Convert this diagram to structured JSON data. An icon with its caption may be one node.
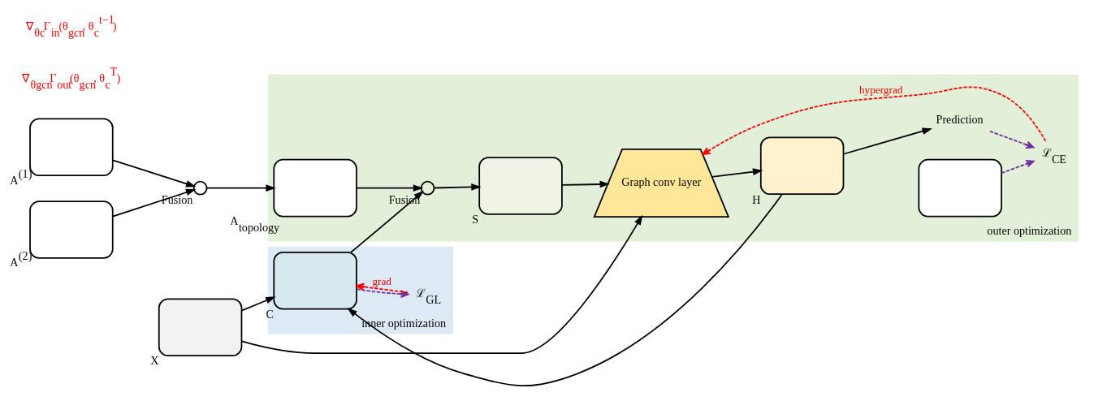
{
  "diagram": {
    "nodes": [
      {
        "text": [],
        "shape": "box",
        "beside": [
          "A$^{(1)}$"
        ]
      },
      {
        "text": [],
        "shape": "box",
        "beside": [
          "A$^{(2)}$"
        ]
      },
      {
        "text": [],
        "shape": "box",
        "beside": [
          "X"
        ]
      },
      {
        "text": [],
        "shape": "circle",
        "beside": [
          "Fusion"
        ]
      },
      {
        "text": [
          "outer optimization"
        ]
      },
      {
        "text": [],
        "shape": "box",
        "in": 4,
        "beside": [
          "A$_{topology}$"
        ]
      },
      {
        "text": [],
        "shape": "circle",
        "in": 4,
        "beside": [
          "Fusion"
        ]
      },
      {
        "text": [],
        "shape": "box",
        "in": 4,
        "beside": [
          "S"
        ]
      },
      {
        "text": [
          "inner optimization"
        ]
      },
      {
        "text": [],
        "shape": "box",
        "in": 8,
        "beside": [
          "C"
        ]
      },
      {
        "text": [
          "ℒ$_{GL}$"
        ],
        "in": 8
      },
      {
        "text": [
          "Graph conv layer"
        ],
        "in": 4
      },
      {
        "text": [],
        "shape": "box",
        "in": 4,
        "beside": [
          "H"
        ]
      },
      {
        "text": [
          "Prediction"
        ],
        "in": 4
      },
      {
        "text": [
          "ℒ$_{CE}$"
        ],
        "in": 4
      },
      {
        "text": [],
        "shape": "box",
        "in": 4
      }
    ],
    "edges": [
      {
        "from": 0,
        "to": 3,
        "arrow": "to"
      },
      {
        "from": 1,
        "to": 3,
        "arrow": "to"
      },
      {
        "from": 3,
        "to": 5,
        "arrow": "to"
      },
      {
        "from": 5,
        "to": 6,
        "arrow": "to"
      },
      {
        "from": 6,
        "to": 7,
        "arrow": "to"
      },
      {
        "from": 9,
        "to": 6,
        "arrow": "to"
      },
      {
        "from": 2,
        "to": 9,
        "arrow": "to"
      },
      {
        "from": 7,
        "to": 11,
        "arrow": "to"
      },
      {
        "from": 11,
        "to": 12,
        "arrow": "to"
      },
      {
        "from": 12,
        "to": 13,
        "arrow": "to"
      },
      {
        "from": 13,
        "to": 14,
        "arrow": "to",
        "style": "dashed",
        "color": "#7030a0"
      },
      {
        "from": 15,
        "to": 14,
        "arrow": "to",
        "style": "dashed",
        "color": "#7030a0"
      },
      {
        "from": 14,
        "to": 11,
        "arrow": "to",
        "label": "hypergrad",
        "style": "dashed",
        "color": "#ff0000"
      },
      {
        "from": 10,
        "to": 9,
        "arrow": "to",
        "label": "grad",
        "style": "dashed",
        "color": "#ff0000"
      },
      {
        "from": 9,
        "to": 10,
        "arrow": "to",
        "style": "dashed",
        "color": "#7030a0"
      },
      {
        "from": 2,
        "to": 11,
        "arrow": "to"
      },
      {
        "from": 12,
        "to": 9,
        "arrow": "to"
      }
    ],
    "labels": [
      "∇$_{θgcn}$Γ$_{out}$(θ$_{gcn}$, θ$_{c}$$^{T}$)",
      "∇$_{θc}$Γ$_{in}$(θ$_{gcn}$, θ$_{c}$$^{t−1}$)"
    ]
  }
}
